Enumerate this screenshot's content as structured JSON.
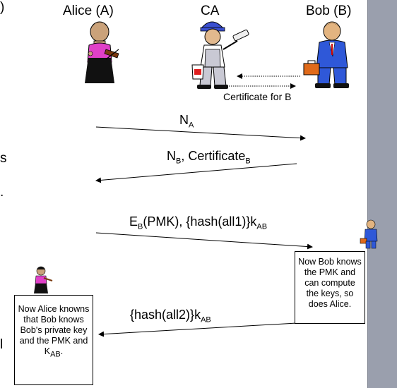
{
  "actors": {
    "alice": "Alice (A)",
    "ca": "CA",
    "bob": "Bob (B)"
  },
  "certificate_label": "Certificate for B",
  "messages": {
    "m1": {
      "base": "N",
      "sub": "A"
    },
    "m2": {
      "n": "N",
      "n_sub": "B",
      "sep": ", Certificate",
      "cert_sub": "B"
    },
    "m3": {
      "pre": "E",
      "pre_sub": "B",
      "mid": "(PMK), {hash(all1)}k",
      "k_sub": "AB"
    },
    "m4": {
      "pre": "{hash(all2)}k",
      "k_sub": "AB"
    }
  },
  "notes": {
    "bob": "Now Bob knows the PMK and can compute the keys, so does Alice.",
    "alice_main": "Now Alice knowns that Bob knows Bob's private key and the PMK and K",
    "alice_sub": "AB",
    "alice_end": "."
  },
  "left_cut": {
    "a": ")",
    "b": "s",
    "c": ".",
    "d": "l"
  }
}
